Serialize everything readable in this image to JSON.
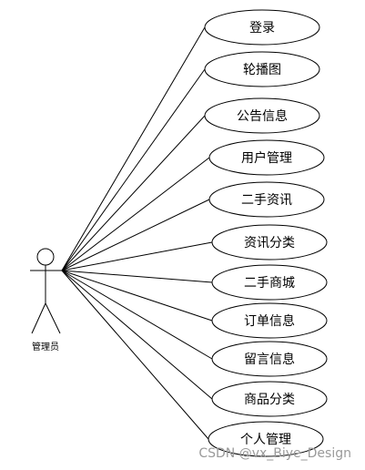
{
  "diagram": {
    "actor": {
      "label": "管理员"
    },
    "use_cases": [
      {
        "label": "登录"
      },
      {
        "label": "轮播图"
      },
      {
        "label": "公告信息"
      },
      {
        "label": "用户管理"
      },
      {
        "label": "二手资讯"
      },
      {
        "label": "资讯分类"
      },
      {
        "label": "二手商城"
      },
      {
        "label": "订单信息"
      },
      {
        "label": "留言信息"
      },
      {
        "label": "商品分类"
      },
      {
        "label": "个人管理"
      }
    ],
    "line_color": "#000000",
    "ellipse_fill": "#ffffff"
  },
  "watermark": {
    "text": "CSDN @vx_Biye_Design"
  }
}
